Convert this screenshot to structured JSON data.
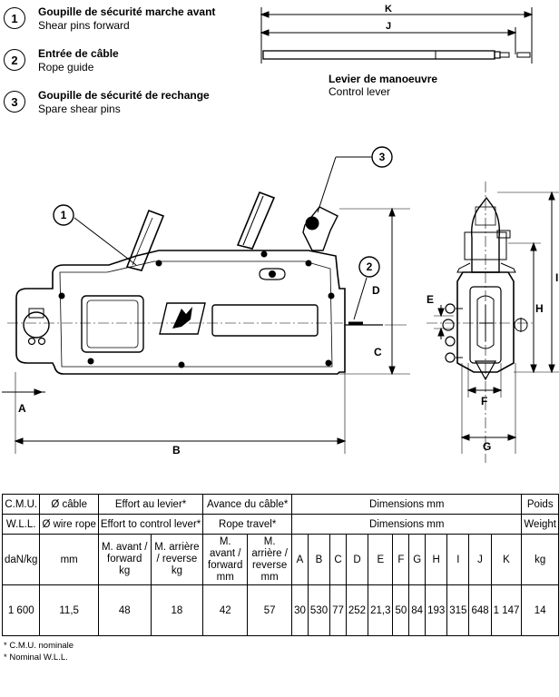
{
  "legend": [
    {
      "num": "1",
      "fr": "Goupille de sécurité marche avant",
      "en": "Shear pins forward"
    },
    {
      "num": "2",
      "fr": "Entrée de câble",
      "en": "Rope guide"
    },
    {
      "num": "3",
      "fr": "Goupille de sécurité de rechange",
      "en": "Spare shear pins"
    }
  ],
  "lever": {
    "fr": "Levier de manoeuvre",
    "en": "Control lever",
    "dim_k": "K",
    "dim_j": "J"
  },
  "callouts": {
    "c1": "1",
    "c2": "2",
    "c3": "3"
  },
  "dims": {
    "A": "A",
    "B": "B",
    "C": "C",
    "D": "D",
    "E": "E",
    "F": "F",
    "G": "G",
    "H": "H",
    "I": "I"
  },
  "table": {
    "h1": {
      "cmu": "C.M.U.",
      "cable": "Ø câble",
      "effort": "Effort  au levier*",
      "avance": "Avance du câble*",
      "dimensions": "Dimensions mm",
      "poids": "Poids"
    },
    "h2": {
      "wll": "W.L.L.",
      "wire": "Ø wire rope",
      "effort": "Effort to control lever*",
      "travel": "Rope travel*",
      "dimensions": "Dimensions mm",
      "weight": "Weight"
    },
    "h3": {
      "unit_cmu": "daN/kg",
      "unit_cable": "mm",
      "eff_fwd": "M. avant / forward kg",
      "eff_rev": "M. arrière / reverse kg",
      "tr_fwd": "M. avant / forward mm",
      "tr_rev": "M. arrière / reverse mm",
      "unit_weight": "kg"
    },
    "dim_letters": [
      "A",
      "B",
      "C",
      "D",
      "E",
      "F",
      "G",
      "H",
      "I",
      "J",
      "K"
    ],
    "row": {
      "cmu": "1 600",
      "cable": "11,5",
      "eff_fwd": "48",
      "eff_rev": "18",
      "tr_fwd": "42",
      "tr_rev": "57",
      "dims": [
        "30",
        "530",
        "77",
        "252",
        "21,3",
        "50",
        "84",
        "193",
        "315",
        "648",
        "1 147"
      ],
      "weight": "14"
    }
  },
  "footnotes": [
    "* C.M.U. nominale",
    "* Nominal W.L.L."
  ]
}
